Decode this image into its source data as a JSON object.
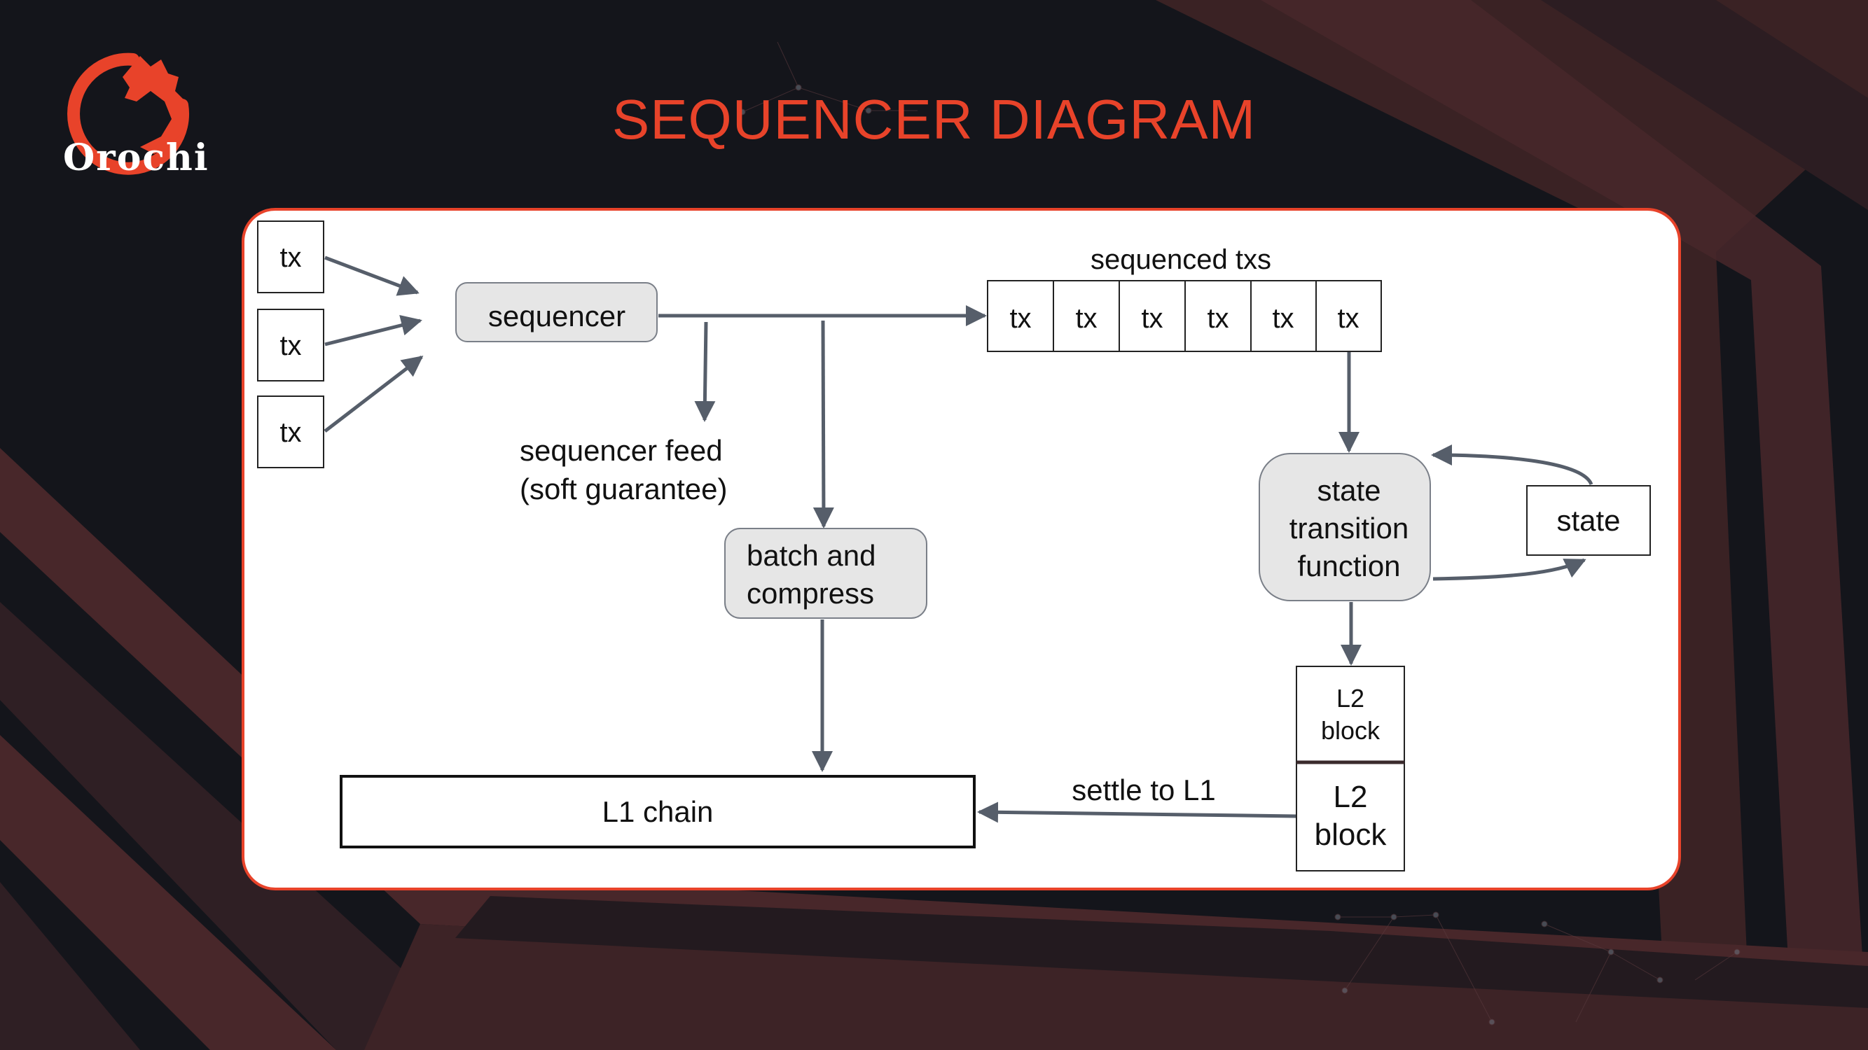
{
  "brand": {
    "name": "Orochi",
    "accent_color": "#e8432a",
    "logo_icon": "dragon-ring-icon"
  },
  "slide": {
    "title": "SEQUENCER DIAGRAM"
  },
  "diagram": {
    "inputs": [
      "tx",
      "tx",
      "tx"
    ],
    "sequencer": "sequencer",
    "sequencer_feed": [
      "sequencer feed",
      "(soft guarantee)"
    ],
    "sequenced_label": "sequenced txs",
    "sequenced": [
      "tx",
      "tx",
      "tx",
      "tx",
      "tx",
      "tx"
    ],
    "batch": [
      "batch and",
      "compress"
    ],
    "stf": [
      "state",
      "transition",
      "function"
    ],
    "state": "state",
    "l2_blocks": [
      [
        "L2",
        "block"
      ],
      [
        "L2",
        "block"
      ]
    ],
    "l1_chain": "L1 chain",
    "settle_label": "settle to L1"
  }
}
